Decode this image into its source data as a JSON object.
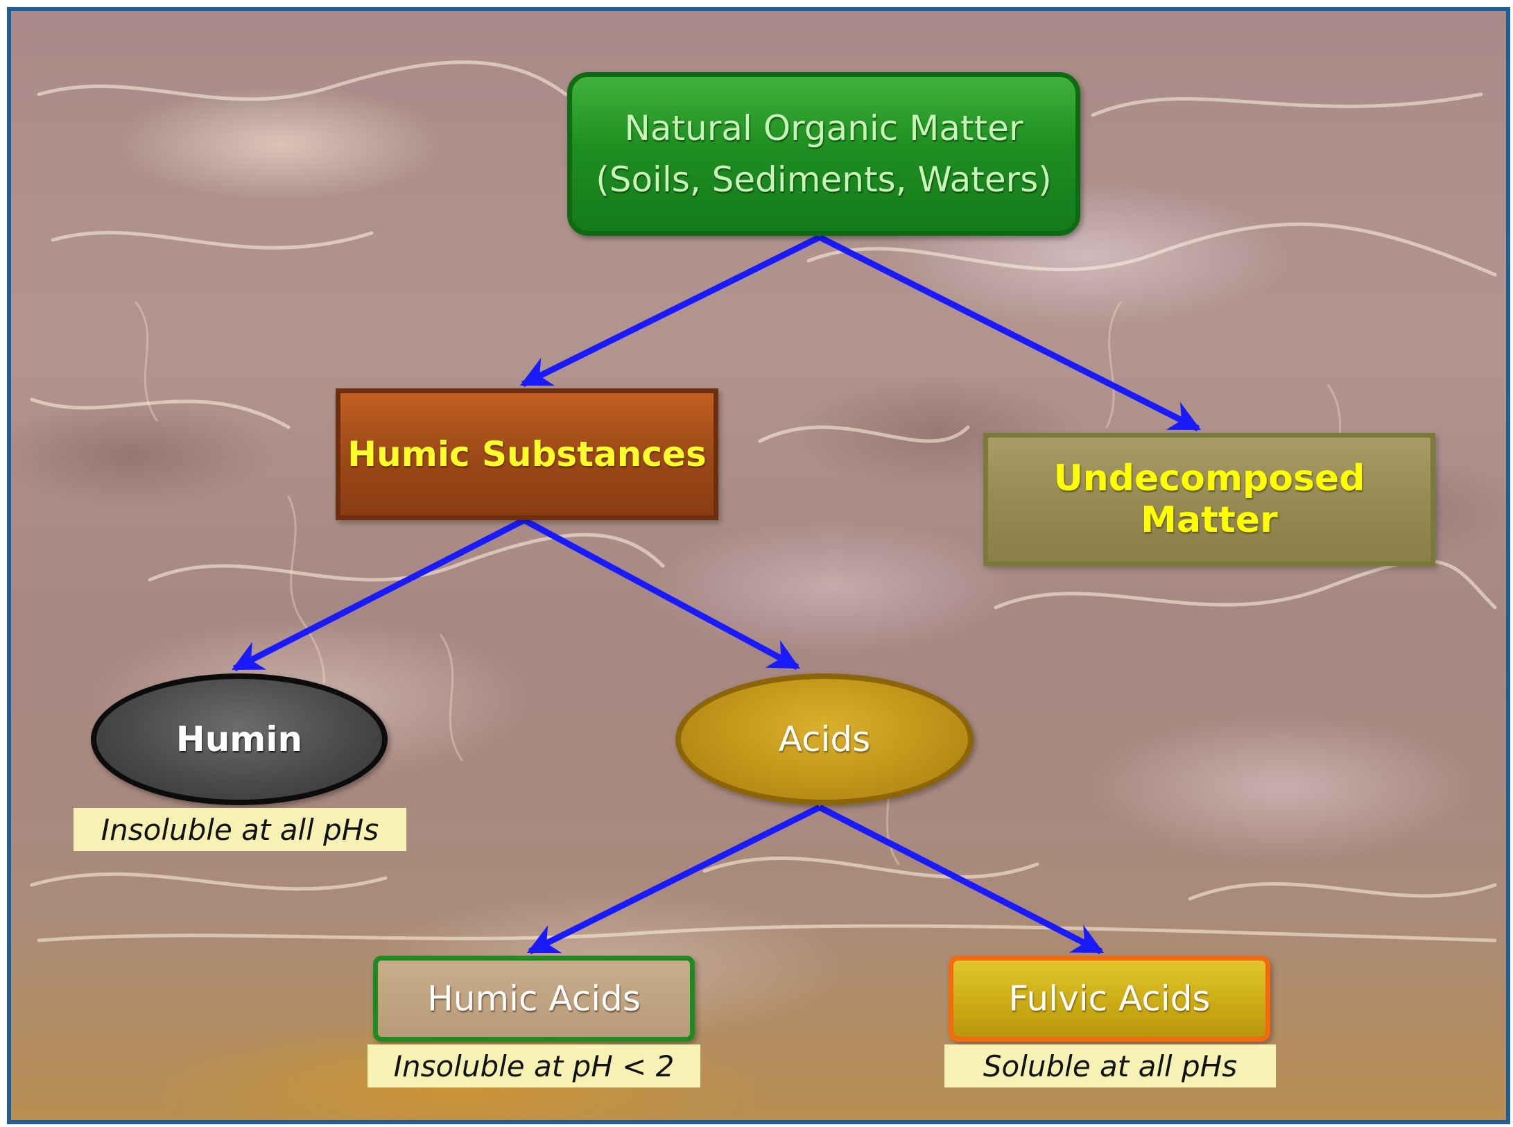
{
  "nodes": {
    "natural_organic_matter": {
      "line1": "Natural Organic Matter",
      "line2": "(Soils, Sediments, Waters)"
    },
    "humic_substances": "Humic Substances",
    "undecomposed_matter": "Undecomposed Matter",
    "humin": "Humin",
    "acids": "Acids",
    "humic_acids": "Humic Acids",
    "fulvic_acids": "Fulvic Acids"
  },
  "notes": {
    "humin": "Insoluble at all pHs",
    "humic_acids": "Insoluble at pH < 2",
    "fulvic_acids": "Soluble at all pHs"
  },
  "edges": [
    {
      "from": "natural_organic_matter",
      "to": "humic_substances"
    },
    {
      "from": "natural_organic_matter",
      "to": "undecomposed_matter"
    },
    {
      "from": "humic_substances",
      "to": "humin"
    },
    {
      "from": "humic_substances",
      "to": "acids"
    },
    {
      "from": "acids",
      "to": "humic_acids"
    },
    {
      "from": "acids",
      "to": "fulvic_acids"
    }
  ],
  "colors": {
    "arrow": "#1a1aff",
    "frame_border": "#1f5d93",
    "nom_fill": "#1f8f22",
    "humic_substances_fill": "#9e4a18",
    "undecomposed_fill": "#968a55",
    "humin_fill": "#4a4a4a",
    "acids_fill": "#c09418",
    "humic_acids_border": "#1e8a20",
    "fulvic_acids_border": "#f36a0f",
    "note_fill": "#f7f2b4"
  }
}
